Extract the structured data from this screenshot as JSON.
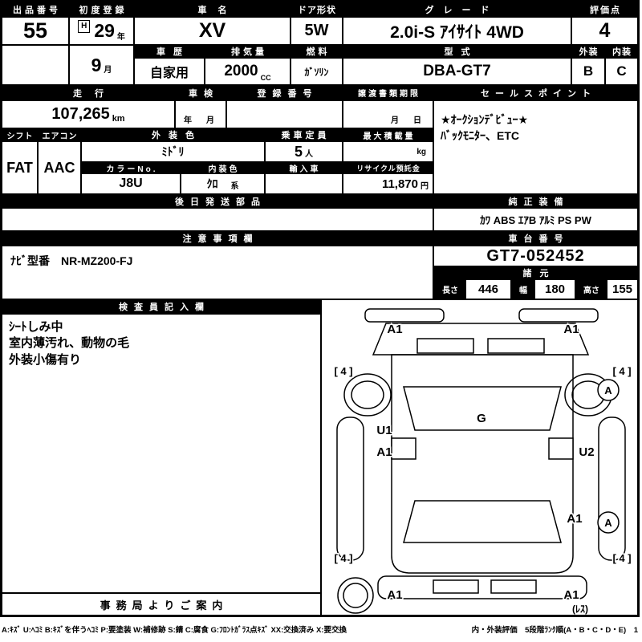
{
  "top": {
    "exhibit": {
      "label": "出品番号",
      "value": "55"
    },
    "first_reg": {
      "label": "初度登録",
      "era": "H",
      "year": "29",
      "year_unit": "年",
      "month": "9",
      "month_unit": "月"
    },
    "car_name": {
      "label": "車名",
      "value": "XV"
    },
    "door": {
      "label": "ドア形状",
      "value": "5W"
    },
    "grade": {
      "label": "グレード",
      "value": "2.0i-S ｱｲｻｲﾄ 4WD"
    },
    "score": {
      "label": "評価点",
      "value": "4"
    },
    "history": {
      "label": "車歴",
      "value": "自家用"
    },
    "displacement": {
      "label": "排気量",
      "value": "2000",
      "unit": "CC"
    },
    "fuel": {
      "label": "燃料",
      "value": "ｶﾞｿﾘﾝ"
    },
    "model_code": {
      "label": "型式",
      "value": "DBA-GT7"
    },
    "exterior": {
      "label": "外装",
      "grade": "B"
    },
    "interior": {
      "label": "内装",
      "grade": "C"
    }
  },
  "reg": {
    "mileage": {
      "label": "走行",
      "value": "107,265",
      "unit": "km"
    },
    "shaken": {
      "label": "車検",
      "placeholder": "年　月"
    },
    "reg_no": {
      "label": "登録番号",
      "value": ""
    },
    "deadline": {
      "label": "譲渡書類期限",
      "placeholder": "月　日"
    },
    "sales_point": {
      "label": "セールスポイント",
      "lines": [
        "★ｵｰｸｼｮﾝﾃﾞﾋﾞｭｰ★",
        "ﾊﾞｯｸﾓﾆﾀｰ、ETC"
      ]
    }
  },
  "spec": {
    "shift": {
      "label": "シフト",
      "value": "FAT"
    },
    "aircon": {
      "label": "エアコン",
      "value": "AAC"
    },
    "ext_color": {
      "label": "外装色",
      "value": "ﾐﾄﾞﾘ"
    },
    "capacity": {
      "label": "乗車定員",
      "value": "5",
      "unit": "人"
    },
    "max_load": {
      "label": "最大積載量",
      "unit": "kg"
    },
    "color_no": {
      "label": "カラーNo.",
      "value": "J8U"
    },
    "int_color": {
      "label": "内装色",
      "value": "ｸﾛ",
      "suffix": "系"
    },
    "import_car": {
      "label": "輸入車",
      "value": ""
    },
    "recycle": {
      "label": "リサイクル預託金",
      "value": "11,870",
      "unit": "円"
    },
    "later_parts": {
      "label": "後日発送部品",
      "value": ""
    }
  },
  "equipment": {
    "label": "純正装備",
    "value": "ｶﾜ ABS ｴｱB ｱﾙﾐ PS PW"
  },
  "caution": {
    "label": "注意事項欄",
    "value": "ﾅﾋﾞ型番　NR-MZ200-FJ"
  },
  "chassis": {
    "label": "車台番号",
    "value": "GT7-052452"
  },
  "dimensions": {
    "label": "諸元",
    "length_label": "長さ",
    "length": "446",
    "width_label": "幅",
    "width": "180",
    "height_label": "高さ",
    "height": "155"
  },
  "inspector": {
    "label": "検査員記入欄",
    "lines": [
      "ｼｰﾄしみ中",
      "室内薄汚れ、動物の毛",
      "外装小傷有り"
    ]
  },
  "office": {
    "label": "事務局よりご案内"
  },
  "diagram": {
    "marks": {
      "front_left": "A1",
      "front_right": "A1",
      "tire_front_left": "[ 4 ]",
      "tire_front_right": "[ 4 ]",
      "windshield": "G",
      "left_door_dent": "U1",
      "left_door_scratch": "A1",
      "right_door_dent": "U2",
      "right_rear_scratch": "A1",
      "right_front_wheel_mark": "A",
      "right_rear_wheel_mark": "A",
      "tire_rear_left": "[ 4 ]",
      "tire_rear_right": "[ 4 ]",
      "rear_left": "A1",
      "rear_right": "A1",
      "spare": "(ﾚｽ)"
    }
  },
  "legend": {
    "codes": "A:ｷｽﾞ U:ﾍｺﾐ B:ｷｽﾞを伴うﾍｺﾐ P:要塗装 W:補修跡 S:錆 C:腐食 G:ﾌﾛﾝﾄｶﾞﾗｽ点ｷｽﾞ XX:交換済み X:要交換",
    "rank": "内・外装評価　5段階ﾗﾝｸ順(A・B・C・D・E)　1"
  }
}
